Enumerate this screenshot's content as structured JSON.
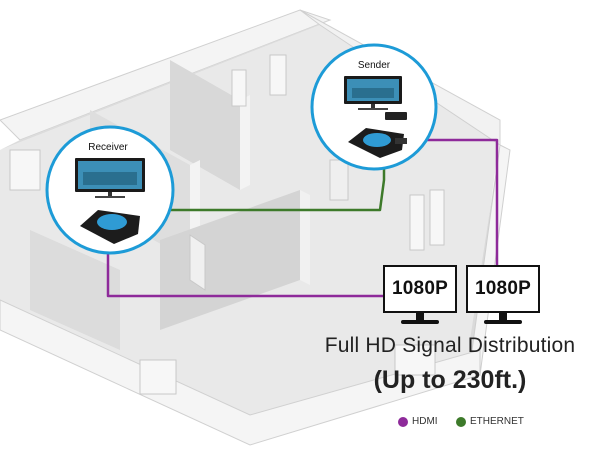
{
  "sender": {
    "label": "Sender"
  },
  "receiver": {
    "label": "Receiver"
  },
  "monitors": [
    {
      "resolution": "1080P"
    },
    {
      "resolution": "1080P"
    }
  ],
  "caption": {
    "line1": "Full HD Signal Distribution",
    "line2": "(Up to 230ft.)"
  },
  "legend": [
    {
      "label": "HDMI",
      "color": "#8e2a9a"
    },
    {
      "label": "ETHERNET",
      "color": "#3d7a2a"
    }
  ],
  "colors": {
    "hdmi": "#8e2a9a",
    "ethernet": "#3d7a2a",
    "bubble_border": "#1d9bd7"
  }
}
